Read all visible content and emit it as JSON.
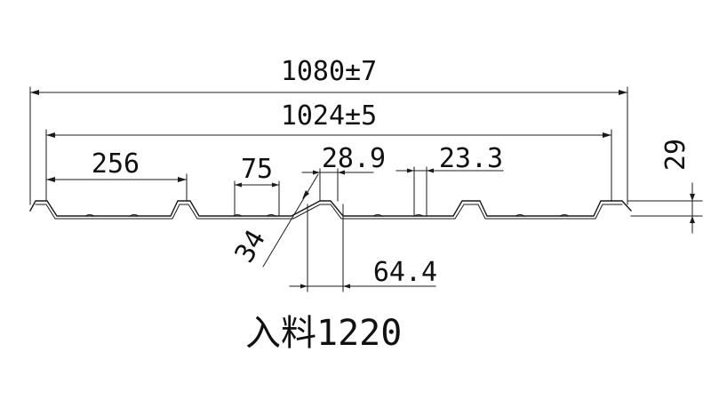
{
  "drawing": {
    "dimensions": {
      "overall_width": "1080±7",
      "effective_width": "1024±5",
      "rib_pitch": "256",
      "rib_top_width": "75",
      "rib_bottom_width": "28.9",
      "pan_stiffener_width": "23.3",
      "rib_height": "29",
      "web_angle": "34",
      "web_base_width": "64.4"
    },
    "material_label": "入料1220"
  }
}
